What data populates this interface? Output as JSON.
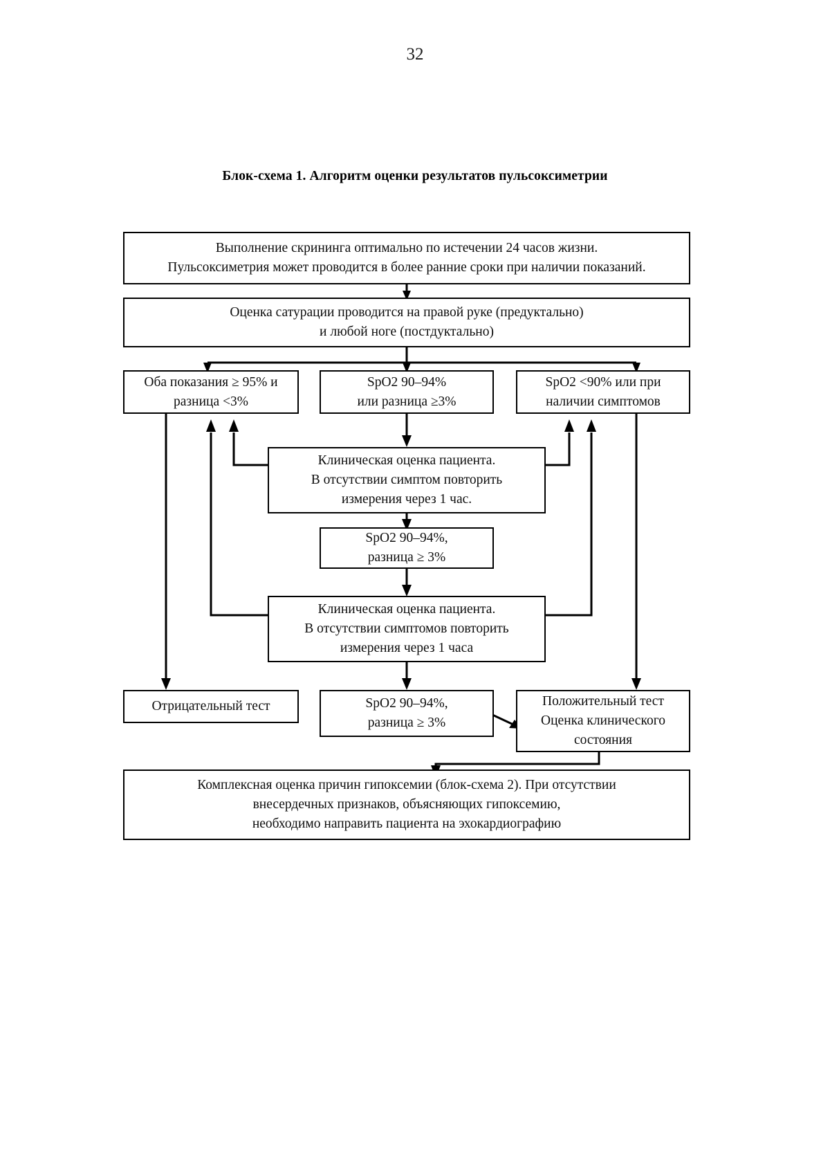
{
  "document": {
    "page_number": "32",
    "title": "Блок-схема 1. Алгоритм оценки результатов пульсоксиметрии"
  },
  "chart_data": {
    "type": "diagram",
    "title": "Блок-схема 1. Алгоритм оценки результатов пульсоксиметрии",
    "diagram_kind": "flowchart",
    "orientation": "top-to-bottom",
    "nodes": [
      {
        "id": "screening",
        "label": "Выполнение скрининга оптимально по истечении 24 часов жизни.\nПульсоксиметрия может проводится в более ранние сроки при наличии показаний.",
        "line1": "Выполнение скрининга оптимально по истечении 24 часов жизни.",
        "line2": "Пульсоксиметрия может проводится в более ранние сроки при наличии показаний."
      },
      {
        "id": "saturation",
        "line1": "Оценка сатурации проводится на правой руке (предуктально)",
        "line2": "и любой ноге (постдуктально)"
      },
      {
        "id": "branch-left",
        "line1": "Оба показания ≥ 95% и",
        "line2": "разница <3%"
      },
      {
        "id": "branch-mid",
        "line1": "SpO2 90–94%",
        "line2": "или разница ≥3%"
      },
      {
        "id": "branch-right",
        "line1": "SpO2 <90%  или при",
        "line2": "наличии симптомов"
      },
      {
        "id": "clinical-1",
        "line1": "Клиническая оценка пациента.",
        "line2": "В отсутствии симптом повторить",
        "line3": "измерения через 1 час."
      },
      {
        "id": "spo2-repeat-1",
        "line1": "SpO2 90–94%,",
        "line2": "разница ≥ 3%"
      },
      {
        "id": "clinical-2",
        "line1": "Клиническая оценка пациента.",
        "line2": "В отсутствии симптомов повторить",
        "line3": "измерения через 1 часа"
      },
      {
        "id": "negative-test",
        "line1": "Отрицательный тест"
      },
      {
        "id": "spo2-repeat-2",
        "line1": "SpO2 90–94%,",
        "line2": "разница ≥ 3%"
      },
      {
        "id": "positive-test",
        "line1": "Положительный тест",
        "line2": "Оценка клинического",
        "line3": "состояния"
      },
      {
        "id": "final",
        "line1": "Комплексная оценка причин гипоксемии (блок-схема 2). При отсутствии",
        "line2": "внесердечных признаков, объясняющих гипоксемию,",
        "line3": "необходимо направить пациента на эхокардиографию"
      }
    ],
    "edges": [
      {
        "from": "screening",
        "to": "saturation"
      },
      {
        "from": "saturation",
        "to": "branch-left"
      },
      {
        "from": "saturation",
        "to": "branch-mid"
      },
      {
        "from": "saturation",
        "to": "branch-right"
      },
      {
        "from": "branch-mid",
        "to": "clinical-1"
      },
      {
        "from": "clinical-1",
        "to": "branch-left"
      },
      {
        "from": "clinical-1",
        "to": "branch-right"
      },
      {
        "from": "clinical-1",
        "to": "spo2-repeat-1"
      },
      {
        "from": "spo2-repeat-1",
        "to": "clinical-2"
      },
      {
        "from": "clinical-2",
        "to": "branch-left"
      },
      {
        "from": "clinical-2",
        "to": "branch-right"
      },
      {
        "from": "clinical-2",
        "to": "spo2-repeat-2"
      },
      {
        "from": "branch-left",
        "to": "negative-test"
      },
      {
        "from": "branch-right",
        "to": "positive-test"
      },
      {
        "from": "spo2-repeat-2",
        "to": "positive-test"
      },
      {
        "from": "positive-test",
        "to": "final"
      }
    ]
  }
}
